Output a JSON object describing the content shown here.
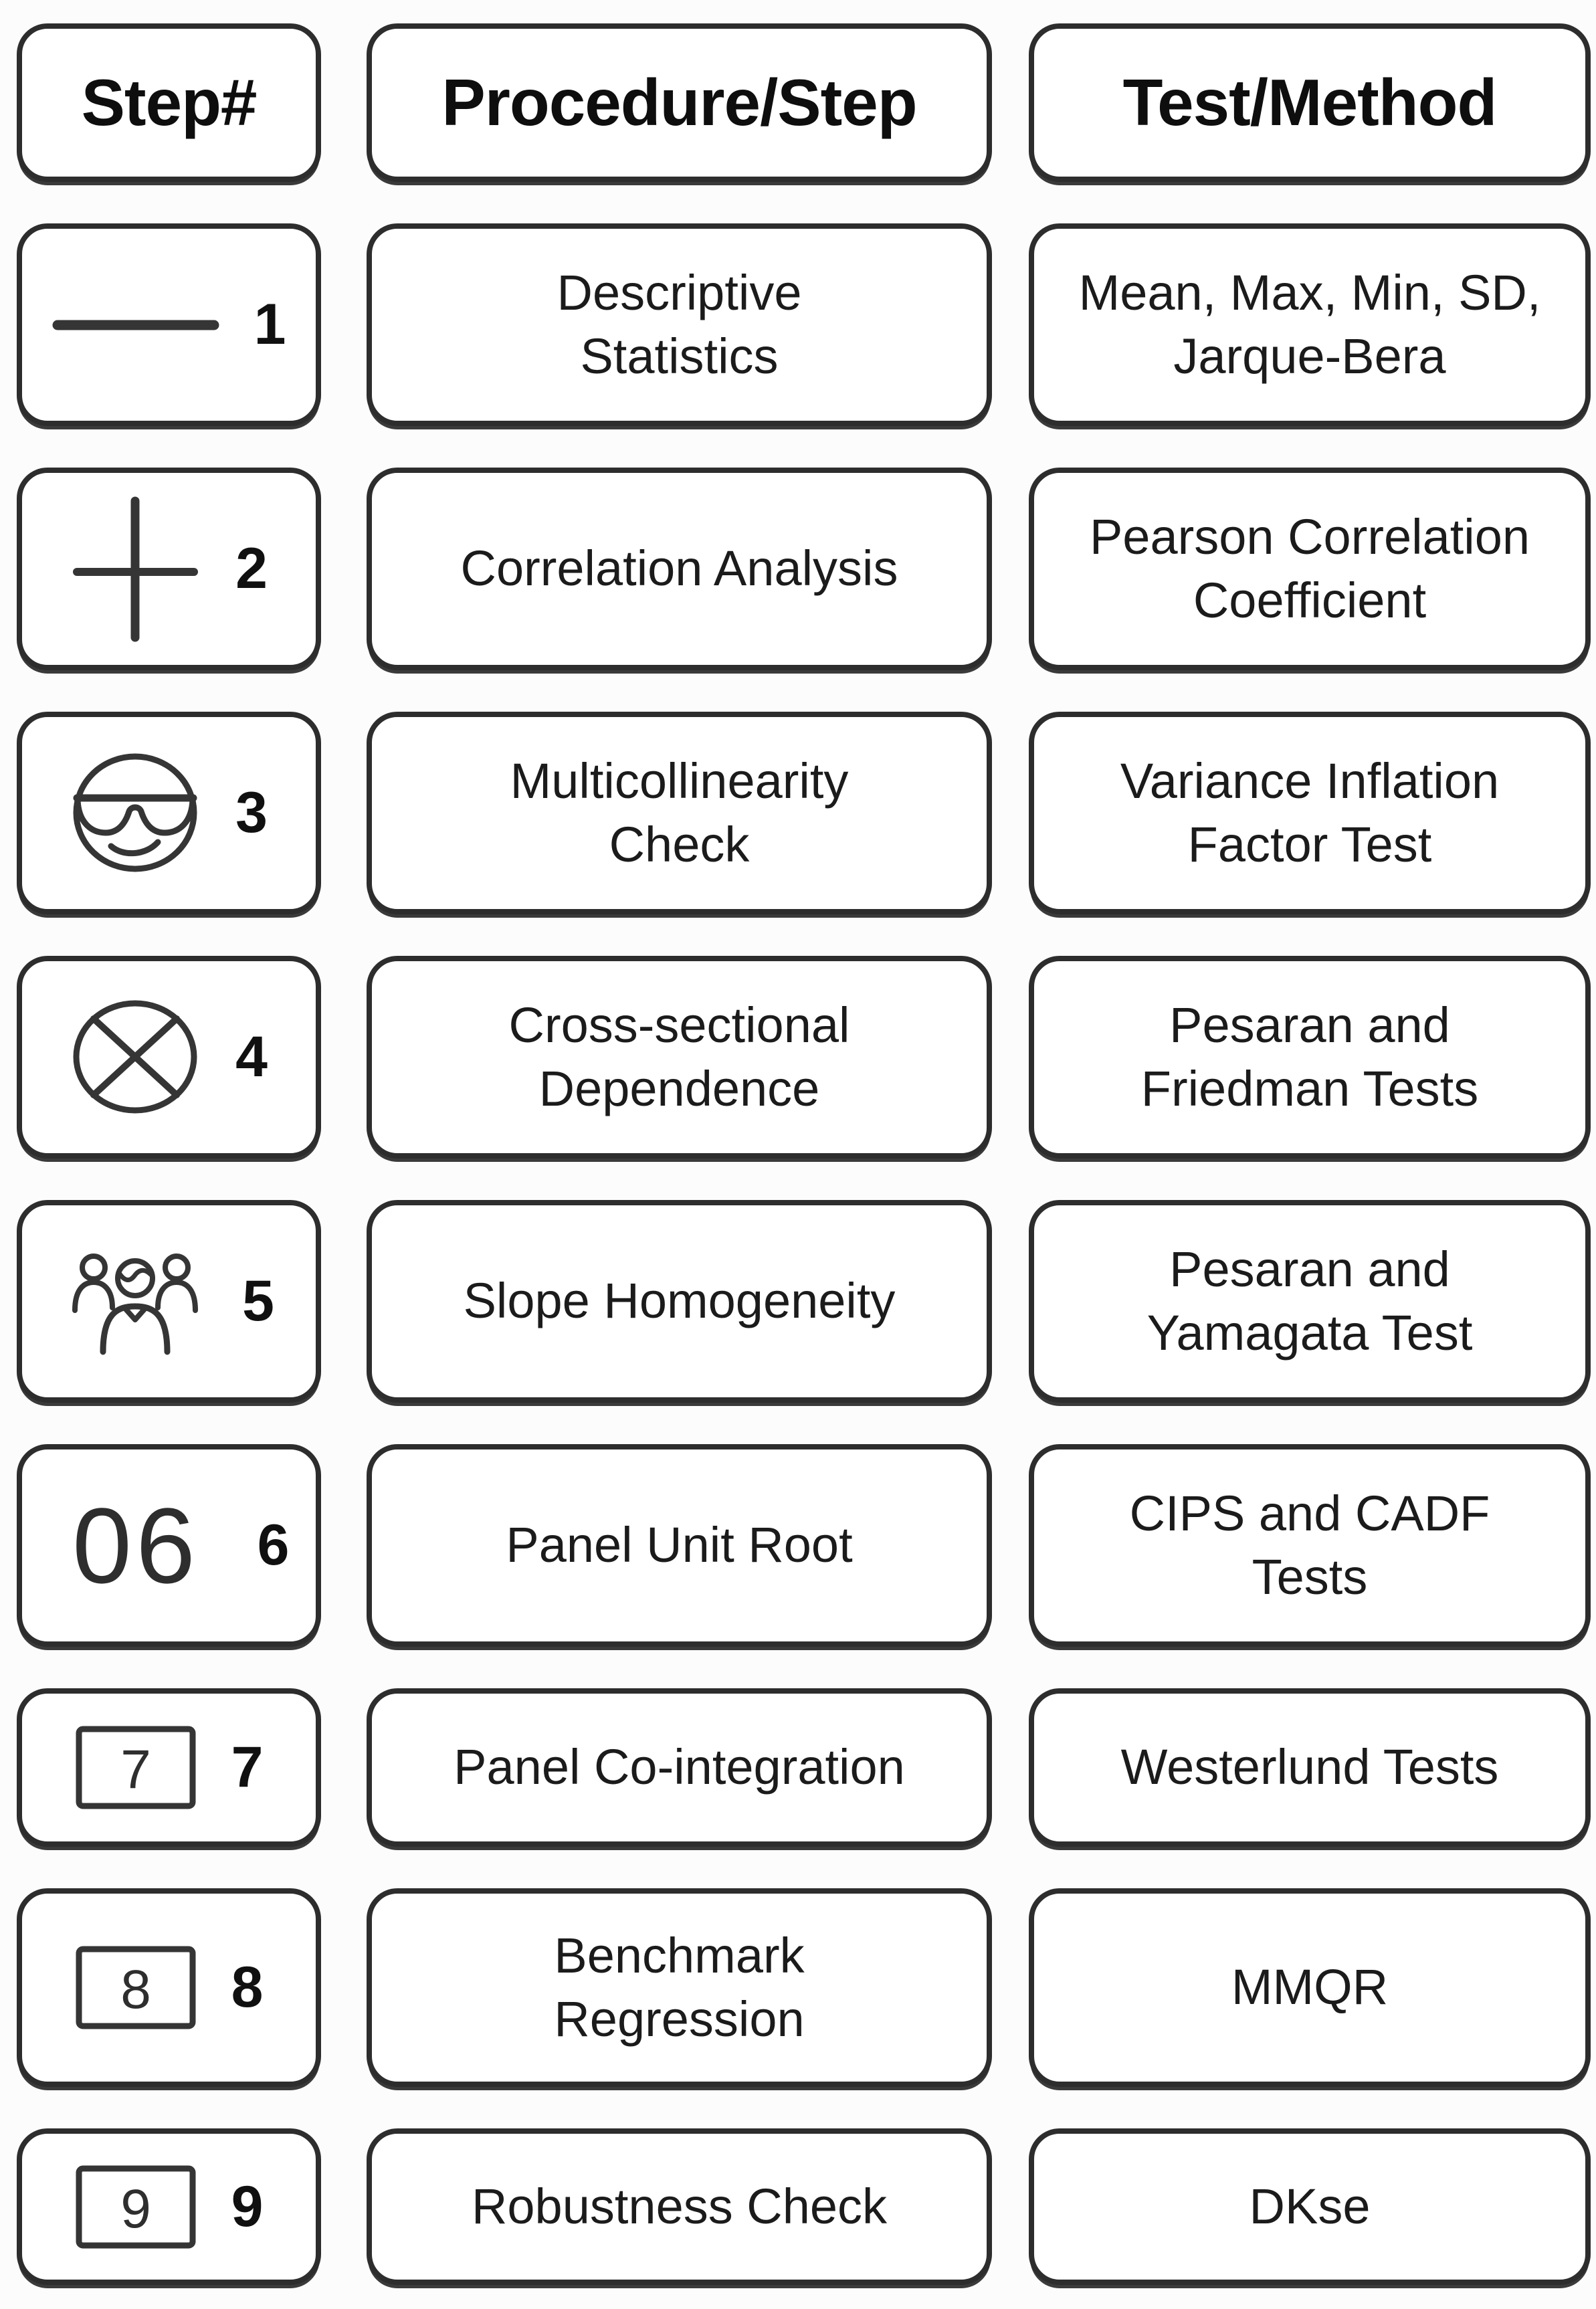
{
  "table": {
    "headers": [
      "Step#",
      "Procedure/Step",
      "Test/Method"
    ],
    "rows": [
      {
        "num": "1",
        "icon": "dash-icon",
        "procedure": "Descriptive\nStatistics",
        "test": "Mean, Max, Min, SD,\nJarque-Bera"
      },
      {
        "num": "2",
        "icon": "plus-icon",
        "procedure": "Correlation Analysis",
        "test": "Pearson Correlation\nCoefficient"
      },
      {
        "num": "3",
        "icon": "cool-face-icon",
        "procedure": "Multicollinearity\nCheck",
        "test": "Variance Inflation\nFactor Test"
      },
      {
        "num": "4",
        "icon": "crossed-circle-icon",
        "procedure": "Cross-sectional\nDependence",
        "test": "Pesaran and\nFriedman Tests"
      },
      {
        "num": "5",
        "icon": "people-group-icon",
        "procedure": "Slope Homogeneity",
        "test": "Pesaran and\nYamagata Test"
      },
      {
        "num": "6",
        "icon": "outline-number-icon",
        "icon_text": "06",
        "procedure": "Panel Unit Root",
        "test": "CIPS and CADF\nTests"
      },
      {
        "num": "7",
        "icon": "boxed-digit-icon",
        "icon_text": "7",
        "procedure": "Panel Co-integration",
        "test": "Westerlund Tests"
      },
      {
        "num": "8",
        "icon": "boxed-digit-icon",
        "icon_text": "8",
        "procedure": "Benchmark\nRegression",
        "test": "MMQR"
      },
      {
        "num": "9",
        "icon": "boxed-digit-icon",
        "icon_text": "9",
        "procedure": "Robustness Check",
        "test": "DKse"
      }
    ]
  },
  "colors": {
    "background": "#fcfcfc",
    "box_border": "#2d2d2d",
    "text": "#1b1b1b",
    "icon_stroke": "#353535"
  }
}
